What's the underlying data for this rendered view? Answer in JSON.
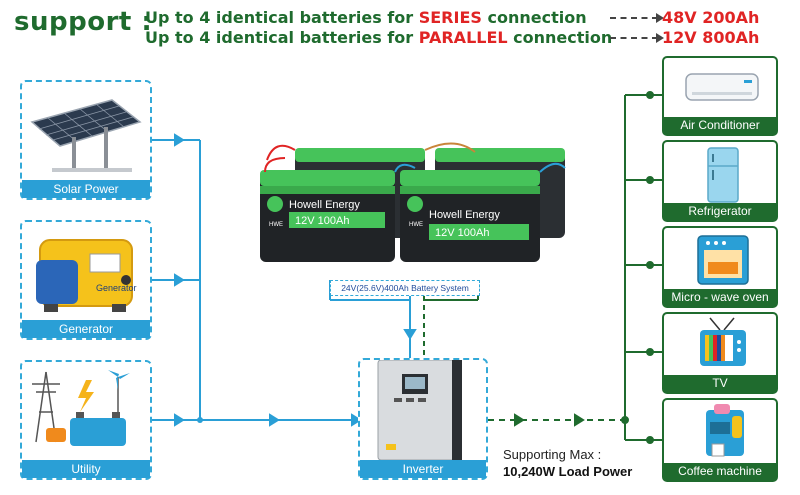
{
  "header": {
    "support_label": "support :",
    "series_line": {
      "prefix": "Up to 4 identical batteries for ",
      "highlight": "SERIES",
      "suffix": " connection"
    },
    "parallel_line": {
      "prefix": "Up to 4 identical batteries for ",
      "highlight": "PARALLEL",
      "suffix": " connection"
    },
    "series_result": "48V 200Ah",
    "parallel_result": "12V 800Ah"
  },
  "sources": [
    {
      "label": "Solar Power",
      "icon": "solar-panel-icon"
    },
    {
      "label": "Generator",
      "icon": "generator-icon"
    },
    {
      "label": "Utility",
      "icon": "utility-grid-icon"
    }
  ],
  "generator_badge": "Generator",
  "battery": {
    "brand": "Howell Energy",
    "logo_text": "HWE",
    "spec": "12V 100Ah",
    "system_label": "24V(25.6V)400Ah Battery System"
  },
  "inverter": {
    "label": "Inverter"
  },
  "loads": [
    {
      "label": "Air Conditioner",
      "icon": "air-conditioner-icon"
    },
    {
      "label": "Refrigerator",
      "icon": "refrigerator-icon"
    },
    {
      "label": "Micro - wave oven",
      "icon": "microwave-icon"
    },
    {
      "label": "TV",
      "icon": "tv-icon"
    },
    {
      "label": "Coffee machine",
      "icon": "coffee-machine-icon"
    }
  ],
  "support_max": {
    "line1": "Supporting Max :",
    "line2": "10,240W Load Power"
  },
  "colors": {
    "dark_green": "#1f6b2e",
    "blue": "#2a9fd6",
    "red": "#e02424"
  }
}
